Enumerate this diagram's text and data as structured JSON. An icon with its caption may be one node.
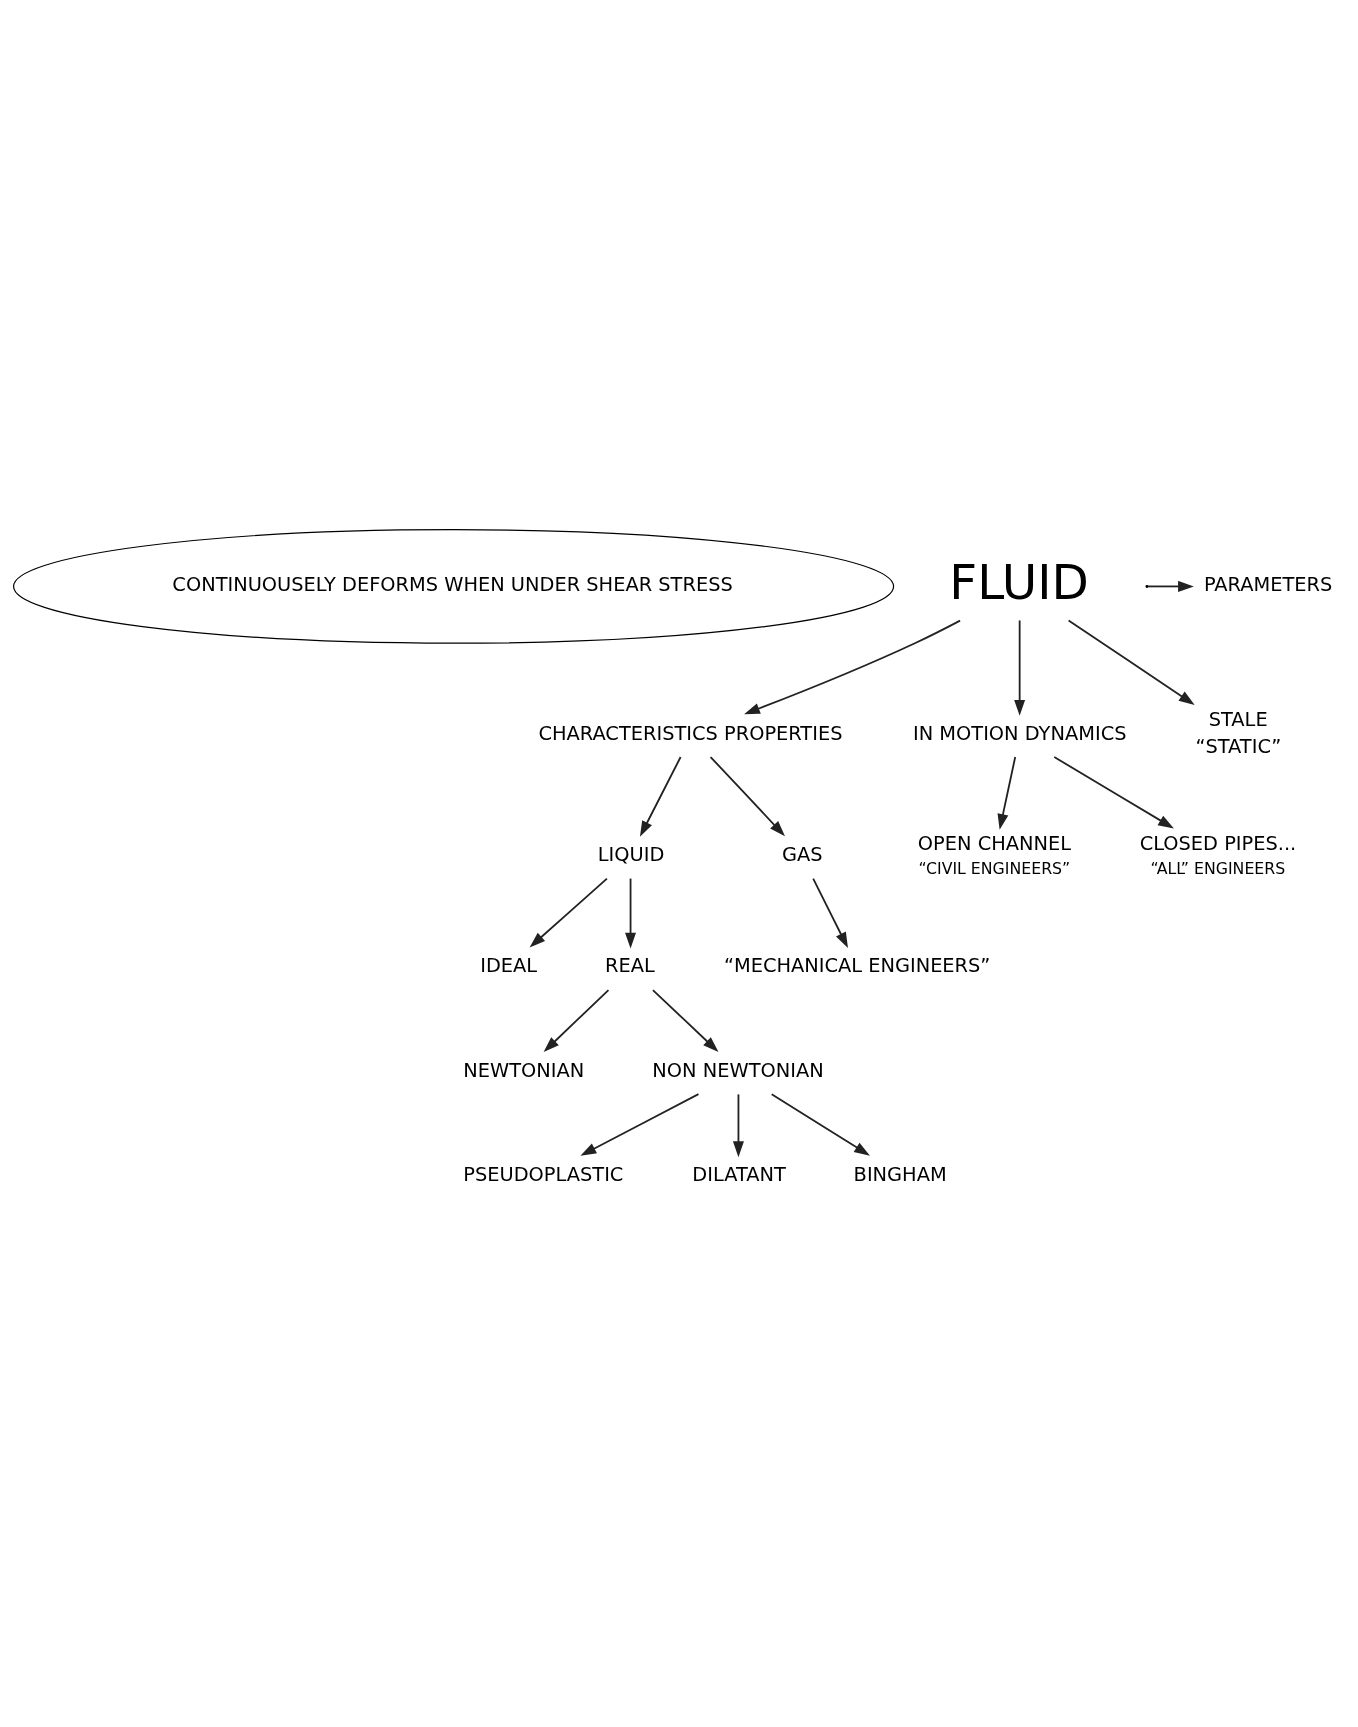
{
  "diagram": {
    "nodes": [
      {
        "text": [
          "CONTINUOUSELY DEFORMS WHEN UNDER SHEAR STRESS"
        ]
      },
      {
        "text": [
          "FLUID"
        ]
      },
      {
        "text": [
          "PARAMETERS"
        ]
      },
      {
        "text": [
          "CHARACTERISTICS PROPERTIES"
        ]
      },
      {
        "text": [
          "IN MOTION DYNAMICS"
        ]
      },
      {
        "text": [
          "STALE",
          "“STATIC”"
        ]
      },
      {
        "text": [
          "LIQUID"
        ]
      },
      {
        "text": [
          "GAS"
        ]
      },
      {
        "text": [
          "“MECHANICAL ENGINEERS”"
        ]
      },
      {
        "text": [
          "OPEN CHANNEL"
        ],
        "beside": [
          "“CIVIL ENGINEERS”"
        ]
      },
      {
        "text": [
          "CLOSED PIPES..."
        ],
        "beside": [
          "“ALL” ENGINEERS"
        ]
      },
      {
        "text": [
          "IDEAL"
        ]
      },
      {
        "text": [
          "REAL"
        ]
      },
      {
        "text": [
          "NEWTONIAN"
        ]
      },
      {
        "text": [
          "NON NEWTONIAN"
        ]
      },
      {
        "text": [
          "PSEUDOPLASTIC"
        ]
      },
      {
        "text": [
          "DILATANT"
        ]
      },
      {
        "text": [
          "BINGHAM"
        ]
      }
    ],
    "edges": [
      {
        "from": null,
        "to": 2,
        "arrow": "to"
      },
      {
        "from": 1,
        "to": 3,
        "arrow": "to"
      },
      {
        "from": 1,
        "to": 4,
        "arrow": "to"
      },
      {
        "from": 1,
        "to": 5,
        "arrow": "to"
      },
      {
        "from": 3,
        "to": 6,
        "arrow": "to"
      },
      {
        "from": 3,
        "to": 7,
        "arrow": "to"
      },
      {
        "from": 7,
        "to": 8,
        "arrow": "to"
      },
      {
        "from": 4,
        "to": 9,
        "arrow": "to"
      },
      {
        "from": 4,
        "to": 10,
        "arrow": "to"
      },
      {
        "from": 6,
        "to": 11,
        "arrow": "to"
      },
      {
        "from": 6,
        "to": 12,
        "arrow": "to"
      },
      {
        "from": 12,
        "to": 13,
        "arrow": "to"
      },
      {
        "from": 12,
        "to": 14,
        "arrow": "to"
      },
      {
        "from": 14,
        "to": 15,
        "arrow": "to"
      },
      {
        "from": 14,
        "to": 16,
        "arrow": "to"
      },
      {
        "from": 14,
        "to": 17,
        "arrow": "to"
      }
    ]
  }
}
